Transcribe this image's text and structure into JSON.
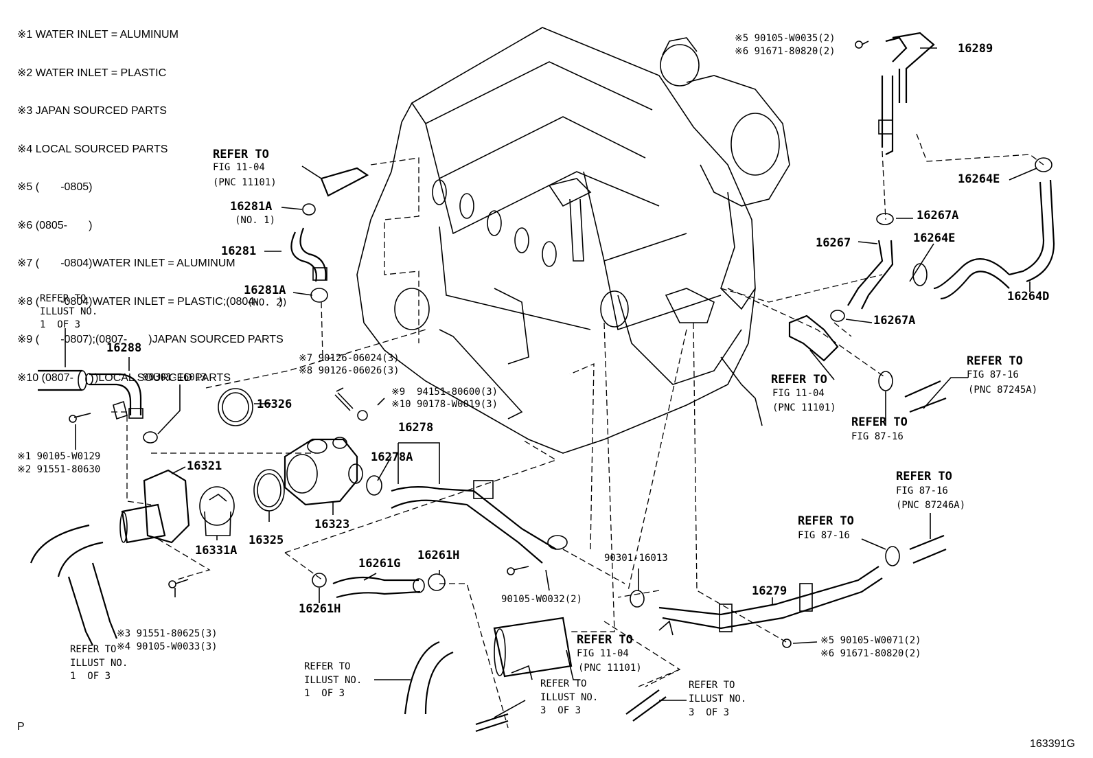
{
  "notes": [
    "※1 WATER INLET = ALUMINUM",
    "※2 WATER INLET = PLASTIC",
    "※3 JAPAN SOURCED PARTS",
    "※4 LOCAL SOURCED PARTS",
    "※5 (       -0805)",
    "※6 (0805-       )",
    "※7 (       -0804)WATER INLET = ALUMINUM",
    "※8 (       -0804)WATER INLET = PLASTIC;(0804-       )",
    "※9 (       -0807);(0807-       )JAPAN SOURCED PARTS",
    "※10 (0807-       )LOCAL SOURCED PARTS"
  ],
  "labels": [
    {
      "id": "refer-fig1104-top-a",
      "text": "REFER TO",
      "bold": true
    },
    {
      "id": "refer-fig1104-top-b",
      "text": "FIG 11-04",
      "bold": false
    },
    {
      "id": "refer-fig1104-top-c",
      "text": "(PNC 11101)",
      "bold": false
    },
    {
      "id": "p16281a-1",
      "text": "16281A",
      "bold": true
    },
    {
      "id": "p16281a-1n",
      "text": "(NO. 1)",
      "bold": false
    },
    {
      "id": "p16281",
      "text": "16281",
      "bold": true
    },
    {
      "id": "p16281a-2",
      "text": "16281A",
      "bold": true
    },
    {
      "id": "p16281a-2n",
      "text": "(NO. 2)",
      "bold": false
    },
    {
      "id": "refer-illust1-left-a",
      "text": "REFER TO",
      "bold": false
    },
    {
      "id": "refer-illust1-left-b",
      "text": "ILLUST NO.",
      "bold": false
    },
    {
      "id": "refer-illust1-left-c",
      "text": "1  OF 3",
      "bold": false
    },
    {
      "id": "p16288",
      "text": "16288",
      "bold": true
    },
    {
      "id": "p90301-16013-a",
      "text": "90301-16013",
      "bold": false
    },
    {
      "id": "p16326",
      "text": "16326",
      "bold": true
    },
    {
      "id": "n7",
      "text": "※7 90126-06024(3)",
      "bold": false
    },
    {
      "id": "n8",
      "text": "※8 90126-06026(3)",
      "bold": false
    },
    {
      "id": "n9",
      "text": "※9  94151-80600(3)",
      "bold": false
    },
    {
      "id": "n10",
      "text": "※10 90178-W0019(3)",
      "bold": false
    },
    {
      "id": "n1",
      "text": "※1 90105-W0129",
      "bold": false
    },
    {
      "id": "n2",
      "text": "※2 91551-80630",
      "bold": false
    },
    {
      "id": "p16321",
      "text": "16321",
      "bold": true
    },
    {
      "id": "p16278",
      "text": "16278",
      "bold": true
    },
    {
      "id": "p16278a",
      "text": "16278A",
      "bold": true
    },
    {
      "id": "p16323",
      "text": "16323",
      "bold": true
    },
    {
      "id": "p16325",
      "text": "16325",
      "bold": true
    },
    {
      "id": "p16331a",
      "text": "16331A",
      "bold": true
    },
    {
      "id": "p16261g",
      "text": "16261G",
      "bold": true
    },
    {
      "id": "p16261h-top",
      "text": "16261H",
      "bold": true
    },
    {
      "id": "p16261h-bot",
      "text": "16261H",
      "bold": true
    },
    {
      "id": "n3",
      "text": "※3 91551-80625(3)",
      "bold": false
    },
    {
      "id": "n4",
      "text": "※4 90105-W0033(3)",
      "bold": false
    },
    {
      "id": "refer-illust1-bl-a",
      "text": "REFER TO",
      "bold": false
    },
    {
      "id": "refer-illust1-bl-b",
      "text": "ILLUST NO.",
      "bold": false
    },
    {
      "id": "refer-illust1-bl-c",
      "text": "1  OF 3",
      "bold": false
    },
    {
      "id": "refer-illust1-bm-a",
      "text": "REFER TO",
      "bold": false
    },
    {
      "id": "refer-illust1-bm-b",
      "text": "ILLUST NO.",
      "bold": false
    },
    {
      "id": "refer-illust1-bm-c",
      "text": "1  OF 3",
      "bold": false
    },
    {
      "id": "p90105-w0032",
      "text": "90105-W0032(2)",
      "bold": false
    },
    {
      "id": "p90301-16013-b",
      "text": "90301-16013",
      "bold": false
    },
    {
      "id": "refer-fig1104-bot-a",
      "text": "REFER TO",
      "bold": true
    },
    {
      "id": "refer-fig1104-bot-b",
      "text": "FIG 11-04",
      "bold": false
    },
    {
      "id": "refer-fig1104-bot-c",
      "text": "(PNC 11101)",
      "bold": false
    },
    {
      "id": "refer-illust3-a-a",
      "text": "REFER TO",
      "bold": false
    },
    {
      "id": "refer-illust3-a-b",
      "text": "ILLUST NO.",
      "bold": false
    },
    {
      "id": "refer-illust3-a-c",
      "text": "3  OF 3",
      "bold": false
    },
    {
      "id": "refer-illust3-b-a",
      "text": "REFER TO",
      "bold": false
    },
    {
      "id": "refer-illust3-b-b",
      "text": "ILLUST NO.",
      "bold": false
    },
    {
      "id": "refer-illust3-b-c",
      "text": "3  OF 3",
      "bold": false
    },
    {
      "id": "p16279",
      "text": "16279",
      "bold": true
    },
    {
      "id": "n5b",
      "text": "※5 90105-W0071(2)",
      "bold": false
    },
    {
      "id": "n6b",
      "text": "※6 91671-80820(2)",
      "bold": false
    },
    {
      "id": "refer-fig8716-a-a",
      "text": "REFER TO",
      "bold": true
    },
    {
      "id": "refer-fig8716-a-b",
      "text": "FIG 87-16",
      "bold": false
    },
    {
      "id": "refer-fig8716-b-a",
      "text": "REFER TO",
      "bold": true
    },
    {
      "id": "refer-fig8716-b-b",
      "text": "FIG 87-16",
      "bold": false
    },
    {
      "id": "refer-fig8716-b-c",
      "text": "(PNC 87246A)",
      "bold": false
    },
    {
      "id": "n5a",
      "text": "※5 90105-W0035(2)",
      "bold": false
    },
    {
      "id": "n6a",
      "text": "※6 91671-80820(2)",
      "bold": false
    },
    {
      "id": "p16289",
      "text": "16289",
      "bold": true
    },
    {
      "id": "p16264e-top",
      "text": "16264E",
      "bold": true
    },
    {
      "id": "p16267a-top",
      "text": "16267A",
      "bold": true
    },
    {
      "id": "p16267",
      "text": "16267",
      "bold": true
    },
    {
      "id": "p16264e-mid",
      "text": "16264E",
      "bold": true
    },
    {
      "id": "p16264d",
      "text": "16264D",
      "bold": true
    },
    {
      "id": "p16267a-bot",
      "text": "16267A",
      "bold": true
    },
    {
      "id": "refer-fig1104-right-a",
      "text": "REFER TO",
      "bold": true
    },
    {
      "id": "refer-fig1104-right-b",
      "text": "FIG 11-04",
      "bold": false
    },
    {
      "id": "refer-fig1104-right-c",
      "text": "(PNC 11101)",
      "bold": false
    },
    {
      "id": "refer-fig8716-c-a",
      "text": "REFER TO",
      "bold": true
    },
    {
      "id": "refer-fig8716-c-b",
      "text": "FIG 87-16",
      "bold": false
    },
    {
      "id": "refer-fig8716-d-a",
      "text": "REFER TO",
      "bold": true
    },
    {
      "id": "refer-fig8716-d-b",
      "text": "FIG 87-16",
      "bold": false
    },
    {
      "id": "refer-fig8716-d-c",
      "text": "(PNC 87245A)",
      "bold": false
    }
  ],
  "footer": {
    "left": "P",
    "right": "163391G"
  }
}
